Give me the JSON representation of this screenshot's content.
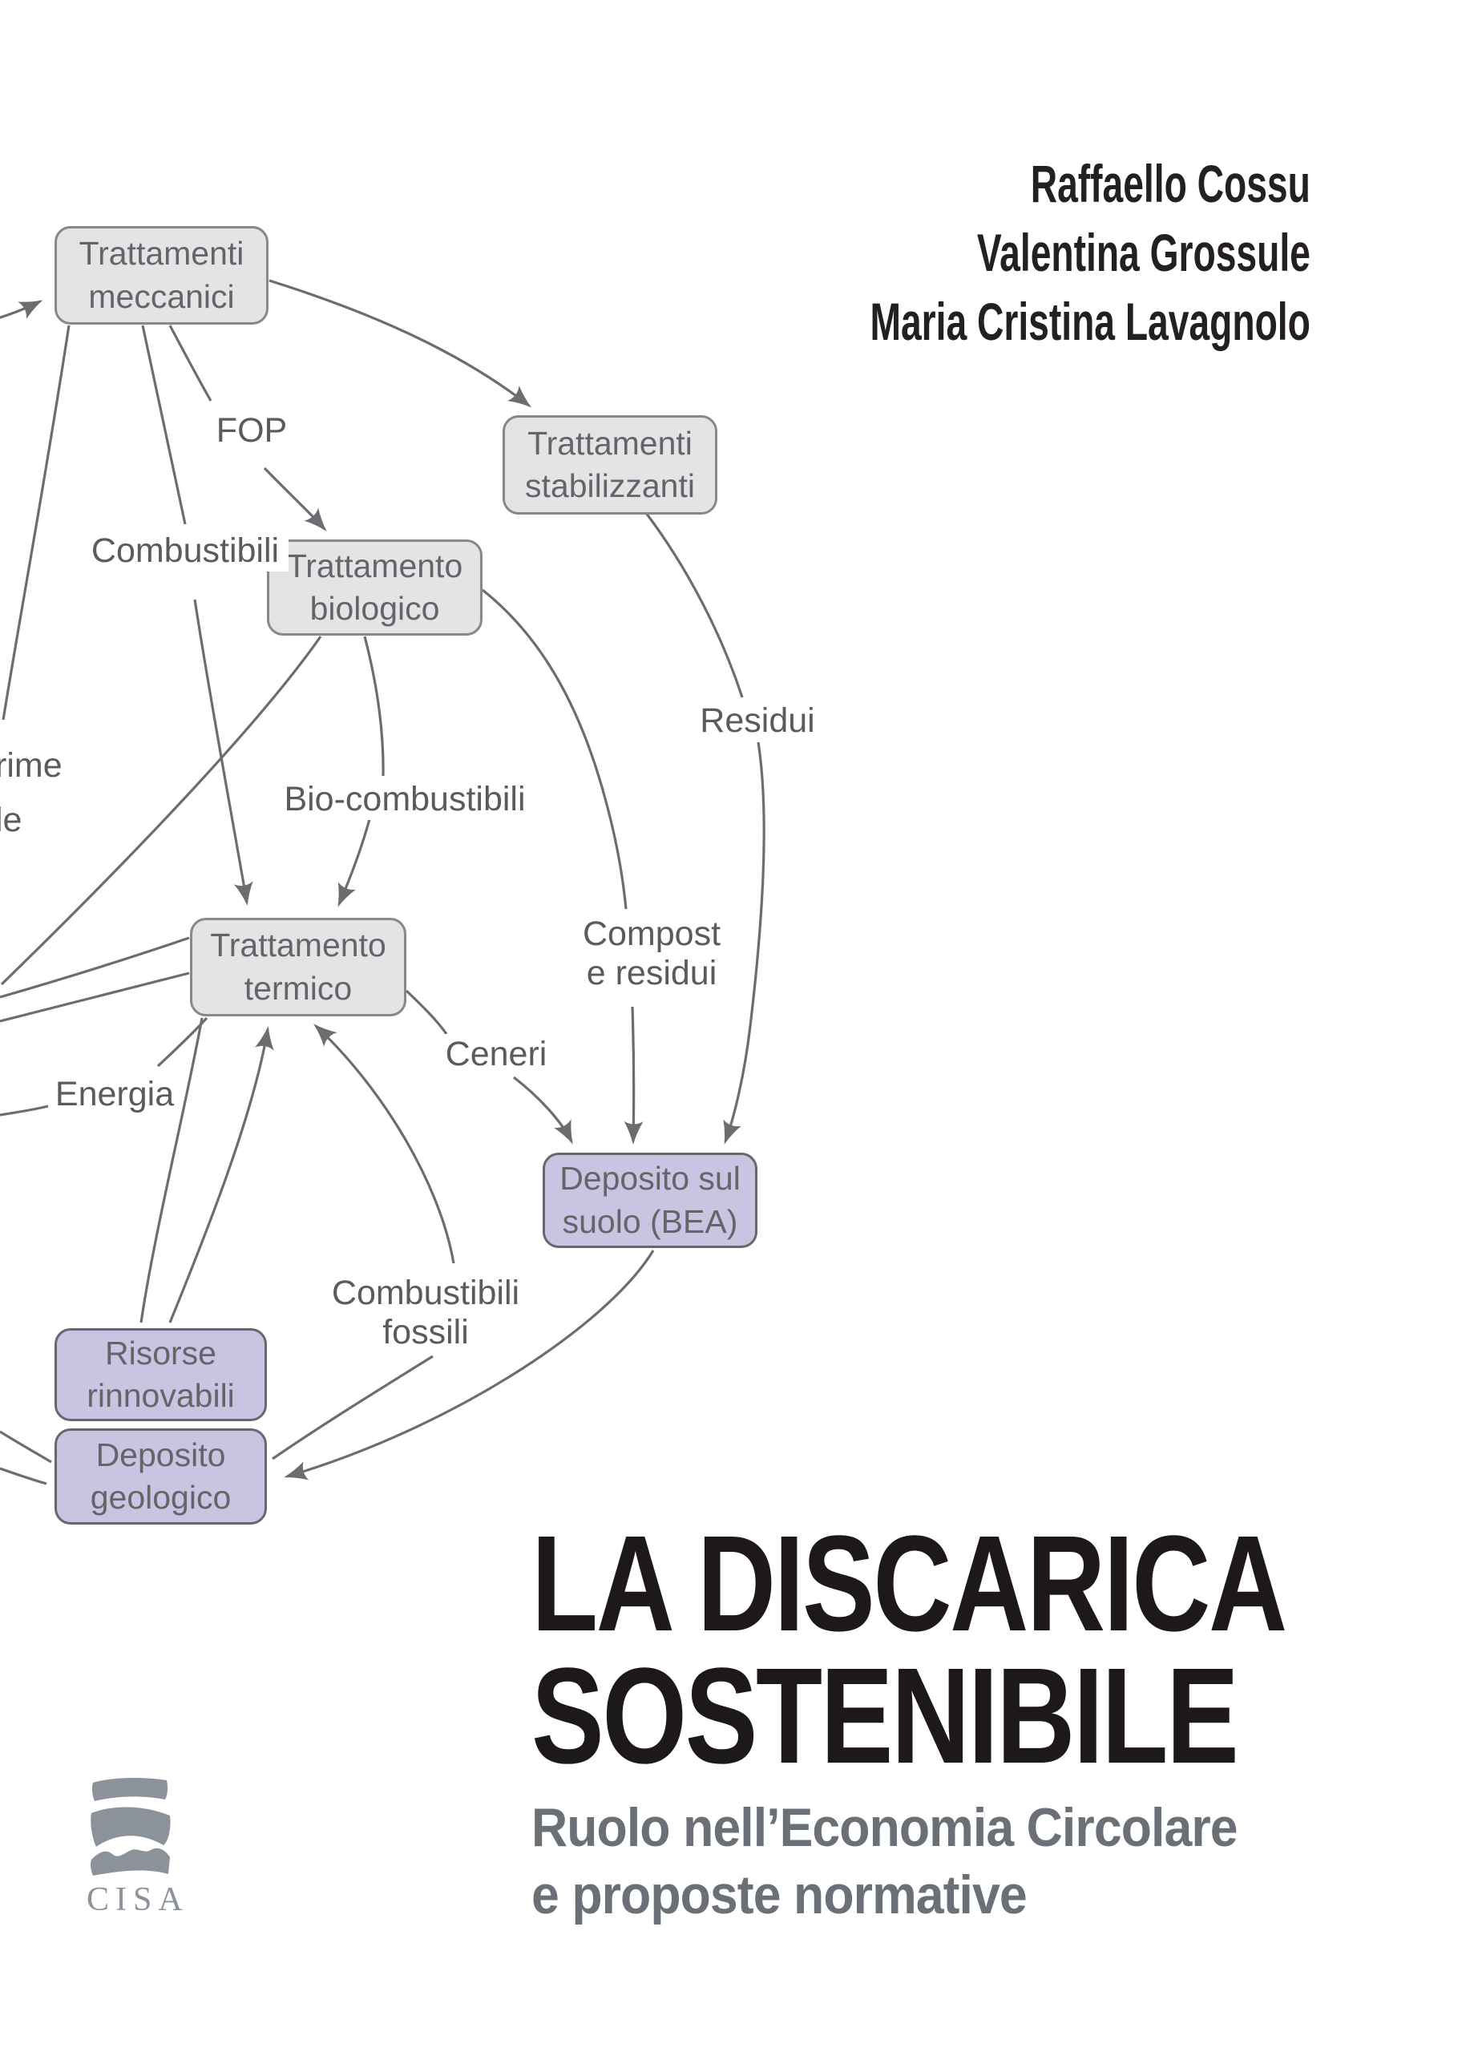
{
  "cover": {
    "authors": [
      "Raffaello Cossu",
      "Valentina Grossule",
      "Maria Cristina Lavagnolo"
    ],
    "title_lines": [
      "LA DISCARICA",
      "SOSTENIBILE"
    ],
    "subtitle_lines": [
      "Ruolo nell’Economia Circolare",
      "e proposte normative"
    ],
    "publisher": "CISA"
  },
  "diagram": {
    "nodes": [
      {
        "id": "trattamenti-meccanici",
        "type": "process",
        "lines": [
          "Trattamenti",
          "meccanici"
        ]
      },
      {
        "id": "trattamenti-stabilizzanti",
        "type": "process",
        "lines": [
          "Trattamenti",
          "stabilizzanti"
        ]
      },
      {
        "id": "trattamento-biologico",
        "type": "process",
        "lines": [
          "Trattamento",
          "biologico"
        ]
      },
      {
        "id": "trattamento-termico",
        "type": "process",
        "lines": [
          "Trattamento",
          "termico"
        ]
      },
      {
        "id": "deposito-sul-suolo-bea",
        "type": "storage",
        "lines": [
          "Deposito sul",
          "suolo (BEA)"
        ]
      },
      {
        "id": "risorse-rinnovabili",
        "type": "storage",
        "lines": [
          "Risorse",
          "rinnovabili"
        ]
      },
      {
        "id": "deposito-geologico",
        "type": "storage",
        "lines": [
          "Deposito",
          "geologico"
        ]
      }
    ],
    "edge_labels": [
      {
        "id": "fop",
        "lines": [
          "FOP"
        ]
      },
      {
        "id": "combustibili",
        "lines": [
          "Combustibili"
        ]
      },
      {
        "id": "label-cut-rime",
        "lines": [
          "rime"
        ]
      },
      {
        "id": "label-cut-le",
        "lines": [
          "le"
        ]
      },
      {
        "id": "bio-combustibili",
        "lines": [
          "Bio-combustibili"
        ]
      },
      {
        "id": "residui",
        "lines": [
          "Residui"
        ]
      },
      {
        "id": "compost-e-residui",
        "lines": [
          "Compost",
          "e residui"
        ]
      },
      {
        "id": "ceneri",
        "lines": [
          "Ceneri"
        ]
      },
      {
        "id": "energia",
        "lines": [
          "Energia"
        ]
      },
      {
        "id": "combustibili-fossili",
        "lines": [
          "Combustibili",
          "fossili"
        ]
      }
    ],
    "colors": {
      "process_fill": "#e4e4e6",
      "process_border": "#87888c",
      "storage_fill": "#cac3e1",
      "storage_border": "#67676f",
      "line": "#6d6d71",
      "label_text": "#5a5b5f",
      "node_text": "#646569",
      "title_text": "#1d191a",
      "subtitle_text": "#6b7077",
      "logo_gray": "#8c929a"
    }
  }
}
